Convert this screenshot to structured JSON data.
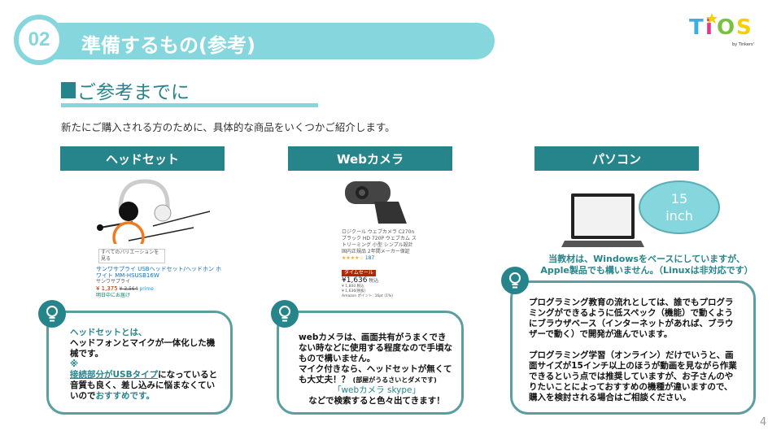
{
  "header": {
    "number": "02",
    "title": "準備するもの(参考)"
  },
  "logo": {
    "text": "TiOS",
    "sub": "by Tinkers'"
  },
  "section": {
    "title": "ご参考までに",
    "intro": "新たにご購入される方のために、具体的な商品をいくつかご紹介します。"
  },
  "categories": [
    {
      "label": "ヘッドセット",
      "product": {
        "variation": "すべてのバリエーションを見る",
        "name": "サンワサプライ USBヘッドセット/ヘッドホン ホワイト MM-HSUSB16W",
        "brand": "サンワサプライ",
        "price": "¥ 1,375",
        "old_price": "¥ 3,564",
        "prime": "prime",
        "delivery": "明日中にお届け"
      },
      "tip": {
        "t1": "ヘッドセットとは、",
        "t2": "ヘッドフォンとマイクが一体化した機械です。",
        "t3": "※",
        "t4": "接続部分がUSBタイプ",
        "t5": "になっていると音質も良く、差し込みに悩まなくていいので",
        "t6": "おすすめです。"
      }
    },
    {
      "label": "Webカメラ",
      "product": {
        "name": "ロジクール ウェブカメラ C270n ブラック HD 720P ウェブカム ストリーミング 小型 シンプル設計 国内正規品 2年間メーカー保証",
        "reviews": "187",
        "badge": "タイムセール",
        "price": "¥1,636",
        "price_suffix": "税込",
        "l1": "¥ 1,800 税込",
        "l2": "¥ 1,636(税抜)",
        "l3": "Amazon ポイント: 16pt (1%)"
      },
      "tip": {
        "t1": "webカメラは、画面共有がうまくできない時などに使用する程度なので手頃なもので構いません。",
        "t2": "マイク付きなら、ヘッドセットが無くても大丈夫！？",
        "t3": "(部屋がうるさいとダメです)",
        "t4": "「webカメラ skype」",
        "t5": "などで検索すると色々出てきます！"
      }
    },
    {
      "label": "パソコン",
      "bubble": {
        "l1": "15",
        "l2": "inch"
      },
      "note": {
        "l1": "当教材は、Windowsをベースにしていますが、",
        "l2": "Apple製品でも構いません。（Linuxは非対応です）"
      },
      "tip": {
        "p1": "プログラミング教育の流れとしては、誰でもプログラミングができるように低スペック（機能）で動くようにブラウザベース（インターネットがあれば、ブラウザーで動く）で開発が進んでいます。",
        "p2": "プログラミング学習（オンライン）だけでいうと、画面サイズが15インチ以上のほうが動画を見ながら作業できるという点では推奨していますが、お子さんのやりたいことによっておすすめの機種が違いますので、購入を検討される場合はご相談ください。"
      }
    }
  ],
  "page_number": "4",
  "colors": {
    "teal": "#26858a",
    "cyan": "#86d6de"
  }
}
